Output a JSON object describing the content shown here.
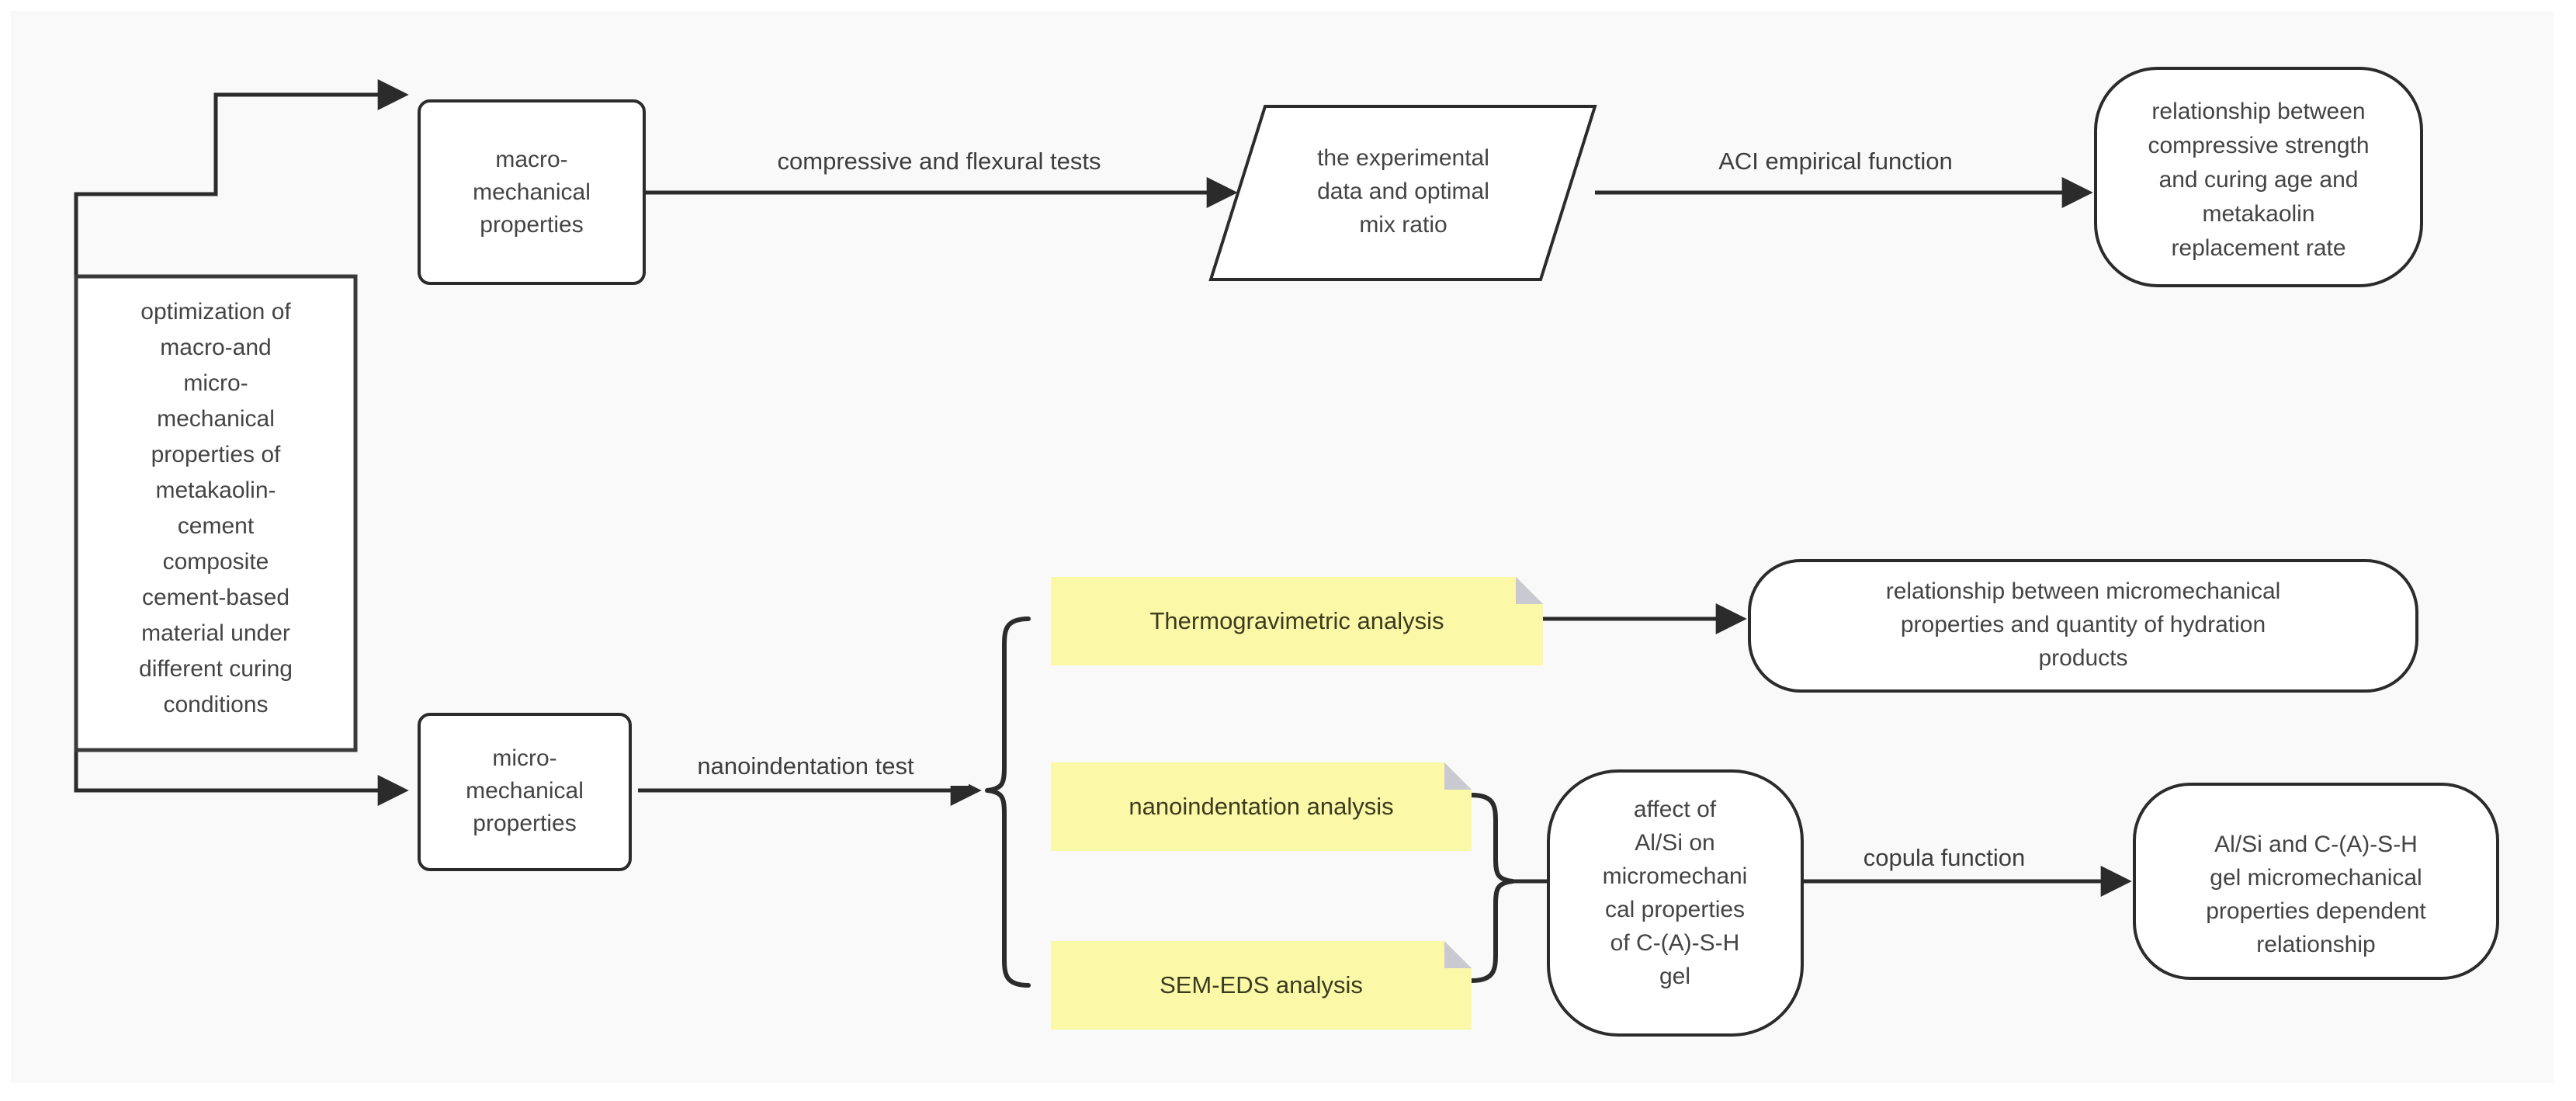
{
  "diagram": {
    "type": "flowchart",
    "title": "",
    "background_color": "#f9f9f9",
    "page_color": "#ffffff",
    "node_fill": "#ffffff",
    "node_stroke": "#2b2b2b",
    "note_fill": "#fbf9a7",
    "note_fold_color": "#c9c9d1",
    "text_color": "#444444"
  },
  "nodes": {
    "root": {
      "id": "root",
      "shape": "rectangle",
      "label": "optimization of macro-and micro-mechanical properties of metakaolin-cement composite cement-based material under different curing conditions",
      "lines": [
        "optimization of",
        "macro-and",
        "micro-",
        "mechanical",
        "properties of",
        "metakaolin-",
        "cement",
        "composite",
        "cement-based",
        "material under",
        "different curing",
        "conditions"
      ]
    },
    "macro": {
      "id": "macro",
      "shape": "rounded-rectangle",
      "label": "macro-mechanical properties",
      "lines": [
        "macro-",
        "mechanical",
        "properties"
      ]
    },
    "expdata": {
      "id": "expdata",
      "shape": "parallelogram",
      "label": "the experimental data and optimal mix ratio",
      "lines": [
        "the experimental",
        "data and optimal",
        "mix ratio"
      ]
    },
    "relcomp": {
      "id": "relcomp",
      "shape": "stadium",
      "label": "relationship between compressive strength and curing age and metakaolin replacement rate",
      "lines": [
        "relationship between",
        "compressive strength",
        "and curing age and",
        "metakaolin",
        "replacement rate"
      ]
    },
    "micro": {
      "id": "micro",
      "shape": "rounded-rectangle",
      "label": "micro-mechanical properties",
      "lines": [
        "micro-",
        "mechanical",
        "properties"
      ]
    },
    "tga": {
      "id": "tga",
      "shape": "note",
      "label": "Thermogravimetric analysis",
      "lines": [
        "Thermogravimetric analysis"
      ]
    },
    "nano": {
      "id": "nano",
      "shape": "note",
      "label": "nanoindentation analysis",
      "lines": [
        "nanoindentation analysis"
      ]
    },
    "semeds": {
      "id": "semeds",
      "shape": "note",
      "label": "SEM-EDS analysis",
      "lines": [
        "SEM-EDS analysis"
      ]
    },
    "relmicro": {
      "id": "relmicro",
      "shape": "stadium",
      "label": "relationship between micromechanical properties and quantity of hydration products",
      "lines": [
        "relationship between micromechanical",
        "properties and quantity of hydration",
        "products"
      ]
    },
    "alsi": {
      "id": "alsi",
      "shape": "stadium",
      "label": "affect of Al/Si on micromechanical properties of C-(A)-S-H gel",
      "lines": [
        "affect of",
        "Al/Si on",
        "micromechani",
        "cal properties",
        "of C-(A)-S-H",
        "gel"
      ]
    },
    "dependent": {
      "id": "dependent",
      "shape": "stadium",
      "label": "Al/Si and C-(A)-S-H gel micromechanical properties dependent relationship",
      "lines": [
        "Al/Si and C-(A)-S-H",
        "gel micromechanical",
        "properties dependent",
        "relationship"
      ]
    }
  },
  "edges": [
    {
      "id": "e1",
      "from": "root",
      "to": "macro",
      "label": ""
    },
    {
      "id": "e2",
      "from": "macro",
      "to": "expdata",
      "label": "compressive and flexural tests"
    },
    {
      "id": "e3",
      "from": "expdata",
      "to": "relcomp",
      "label": "ACI empirical function"
    },
    {
      "id": "e4",
      "from": "root",
      "to": "micro",
      "label": ""
    },
    {
      "id": "e5",
      "from": "micro",
      "to": "analysis-group",
      "label": "nanoindentation test"
    },
    {
      "id": "e6",
      "from": "tga",
      "to": "relmicro",
      "label": ""
    },
    {
      "id": "e7",
      "from": "nano-semeds-group",
      "to": "alsi",
      "label": ""
    },
    {
      "id": "e8",
      "from": "alsi",
      "to": "dependent",
      "label": "copula function"
    }
  ],
  "edge_labels": {
    "compressive_flexural": "compressive and flexural tests",
    "aci": "ACI empirical function",
    "nanoindentation_test": "nanoindentation test",
    "copula": "copula function"
  }
}
